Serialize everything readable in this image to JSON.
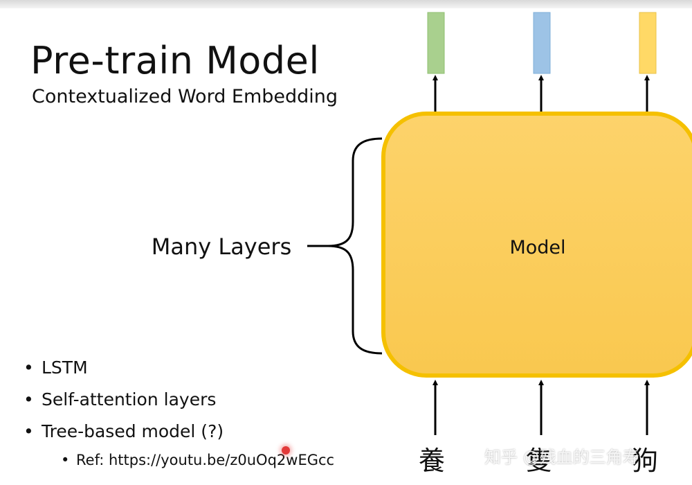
{
  "slide": {
    "title": "Pre-train Model",
    "subtitle": "Contextualized Word Embedding"
  },
  "diagram": {
    "model_label": "Model",
    "brace_label": "Many Layers",
    "inputs": [
      "養",
      "隻",
      "狗"
    ],
    "output_colors": [
      "#a9d08e",
      "#9dc3e6",
      "#ffd966"
    ],
    "model_fill": "#fdd36b",
    "model_border": "#f5c000"
  },
  "bullets": [
    "LSTM",
    "Self-attention layers",
    "Tree-based model (?)"
  ],
  "sub_bullet": "Ref: https://youtu.be/z0uOq2wEGcc",
  "watermark": "知乎 @残血的三角寿"
}
